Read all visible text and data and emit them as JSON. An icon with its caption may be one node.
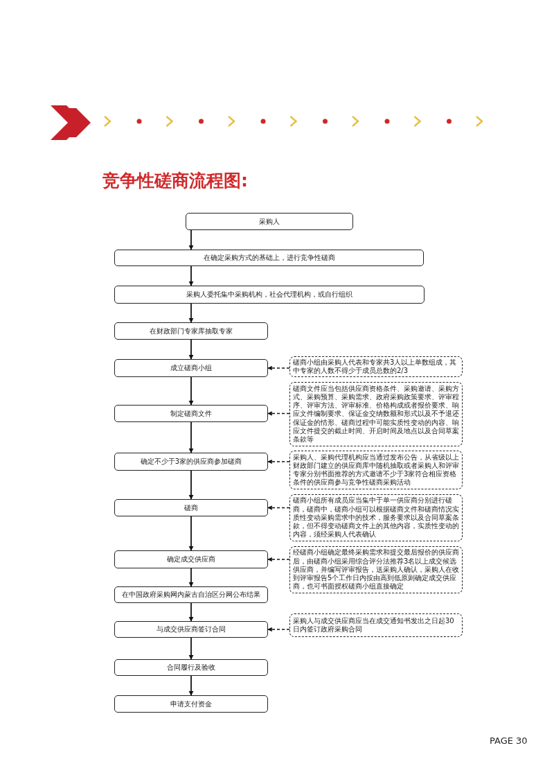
{
  "diagram": {
    "title": "竞争性磋商流程图:",
    "nodes": [
      {
        "text": [
          "采购人"
        ]
      },
      {
        "text": [
          "在确定采购方式的基础上，进行竞争性磋商"
        ]
      },
      {
        "text": [
          "采购人委托集中采购机构，社会代理机构，或自行组织"
        ]
      },
      {
        "text": [
          "在财政部门专家库抽取专家"
        ]
      },
      {
        "text": [
          "成立磋商小组"
        ]
      },
      {
        "text": [
          "制定磋商文件"
        ]
      },
      {
        "text": [
          "确定不少于3家的供应商参加磋商"
        ]
      },
      {
        "text": [
          "磋商"
        ]
      },
      {
        "text": [
          "确定成交供应商"
        ]
      },
      {
        "text": [
          "在中国政府采购网内蒙古自治区分网公布结果"
        ]
      },
      {
        "text": [
          "与成交供应商签订合同"
        ]
      },
      {
        "text": [
          "合同履行及验收"
        ]
      },
      {
        "text": [
          "申请支付资金"
        ]
      },
      {
        "text": [
          "磋商小组由采购人代表和专家共3人以上单数组成，其中专家的人数不得少于成员总数的2/3"
        ]
      },
      {
        "text": [
          "磋商文件应当包括供应商资格条件、采购邀请、采购方式、采购预算、采购需求、政府采购政策要求、评审程序、评审方法、评审标准、价格构成或者报价要求、响应文件编制要求、保证金交纳数额和形式以及不予退还保证金的情形、磋商过程中可能实质性变动的内容、响应文件提交的截止时间、开启时间及地点以及合同草案条款等"
        ]
      },
      {
        "text": [
          "采购人、采购代理机构应当通过发布公告，从省级以上财政部门建立的供应商库中随机抽取或者采购人和评审专家分别书面推荐的方式邀请不少于3家符合相应资格条件的供应商参与竞争性磋商采购活动"
        ]
      },
      {
        "text": [
          "磋商小组所有成员应当集中于单一供应商分别进行磋商，磋商中，磋商小组可以根据磋商文件和磋商情况实质性变动采购需求中的技术，服务要求以及合同草案条款，但不得变动磋商文件上的其他内容，实质性变动的内容，须经采购人代表确认"
        ]
      },
      {
        "text": [
          "经磋商小组确定最终采购需求和提交最后报价的供应商后，由磋商小组采用综合评分法推荐3名以上成交候选供应商，并编写评审报告，送采购人确认，采购人在收到评审报告5个工作日内按由高到低原则确定成交供应商，也可书面授权磋商小组直接确定"
        ]
      },
      {
        "text": [
          "采购人与成交供应商应当在成交通知书发出之日起30日内签订政府采购合同"
        ]
      }
    ],
    "edges": [
      {
        "from": 0,
        "to": 1,
        "arrow": "to"
      },
      {
        "from": 1,
        "to": 2,
        "arrow": "to"
      },
      {
        "from": 2,
        "to": 3,
        "arrow": "to"
      },
      {
        "from": 3,
        "to": 4,
        "arrow": "to"
      },
      {
        "from": 4,
        "to": 5,
        "arrow": "to"
      },
      {
        "from": 5,
        "to": 6,
        "arrow": "to"
      },
      {
        "from": 6,
        "to": 7,
        "arrow": "to"
      },
      {
        "from": 7,
        "to": 8,
        "arrow": "to"
      },
      {
        "from": 8,
        "to": 9,
        "arrow": "to"
      },
      {
        "from": 9,
        "to": 10,
        "arrow": "to"
      },
      {
        "from": 10,
        "to": 11,
        "arrow": "to"
      },
      {
        "from": 11,
        "to": 12,
        "arrow": "to"
      },
      {
        "from": 13,
        "to": 4,
        "arrow": "to",
        "style": "dashed"
      },
      {
        "from": 14,
        "to": 5,
        "arrow": "to",
        "style": "dashed"
      },
      {
        "from": 15,
        "to": 6,
        "arrow": "to",
        "style": "dashed"
      },
      {
        "from": 16,
        "to": 7,
        "arrow": "to",
        "style": "dashed"
      },
      {
        "from": 17,
        "to": 8,
        "arrow": "to",
        "style": "dashed"
      },
      {
        "from": 18,
        "to": 10,
        "arrow": "to",
        "style": "dashed"
      }
    ],
    "labels": [
      "PAGE 30"
    ]
  }
}
